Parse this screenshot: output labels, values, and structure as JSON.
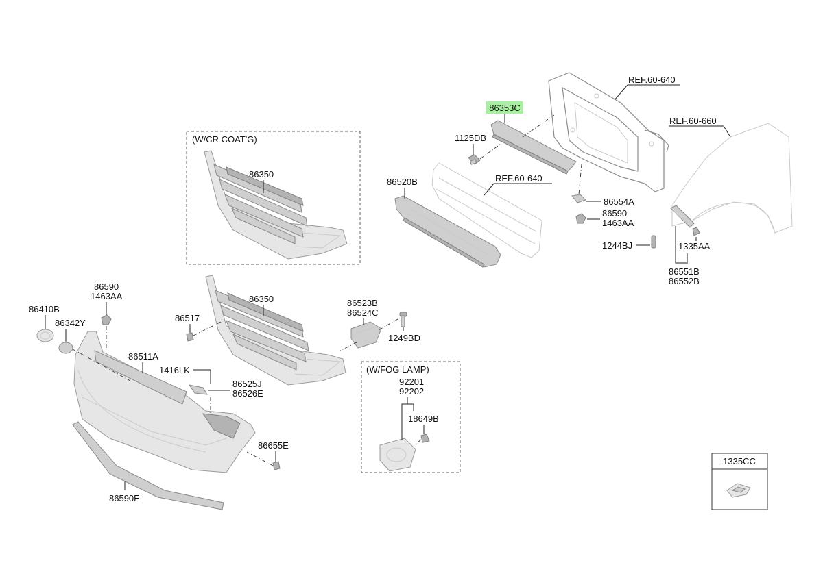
{
  "diagram": {
    "boxes": {
      "cr_coating": "(W/CR COAT'G)",
      "fog_lamp": "(W/FOG LAMP)",
      "clip_box": "1335CC"
    },
    "refs": {
      "ref_radiator_support": "REF.60-640",
      "ref_fender": "REF.60-660",
      "ref_bumper_beam": "REF.60-640"
    },
    "labels": {
      "p86353C": "86353C",
      "p1125DB": "1125DB",
      "p86520B": "86520B",
      "p86350_top": "86350",
      "p86554A": "86554A",
      "p86590_r1": "86590",
      "p1463AA_r1": "1463AA",
      "p1244BJ": "1244BJ",
      "p1335AA": "1335AA",
      "p86551B": "86551B",
      "p86552B": "86552B",
      "p86590_l1": "86590",
      "p1463AA_l1": "1463AA",
      "p86410B": "86410B",
      "p86342Y": "86342Y",
      "p86511A": "86511A",
      "p86517": "86517",
      "p86350_mid": "86350",
      "p86523B": "86523B",
      "p86524C": "86524C",
      "p1249BD": "1249BD",
      "p1416LK": "1416LK",
      "p86525J": "86525J",
      "p86526E": "86526E",
      "p92201": "92201",
      "p92202": "92202",
      "p18649B": "18649B",
      "p86655E": "86655E",
      "p86590E": "86590E"
    },
    "highlighted": "86353C",
    "colors": {
      "highlight": "#a6f0a0",
      "part_fill": "#cfcfcf",
      "line": "#222222"
    }
  }
}
